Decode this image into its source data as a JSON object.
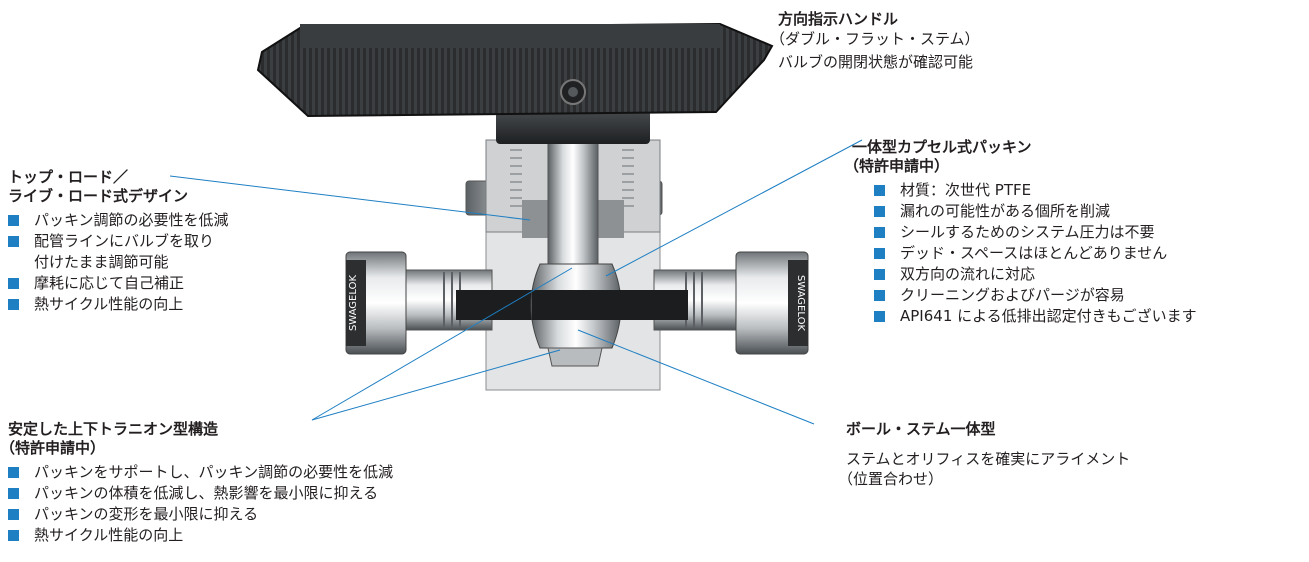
{
  "handle": {
    "title": "方向指示ハンドル",
    "subtitle": "（ダブル・フラット・ステム）",
    "note": "バルブの開閉状態が確認可能"
  },
  "top_load": {
    "title_lines": [
      "トップ・ロード／",
      "ライブ・ロード式デザイン"
    ],
    "bullets": [
      "パッキン調節の必要性を低減",
      "配管ラインにバルブを取り",
      "付けたまま調節可能",
      "摩耗に応じて自己補正",
      "熱サイクル性能の向上"
    ]
  },
  "packing": {
    "title_lines": [
      "一体型カプセル式パッキン",
      "（特許申請中）"
    ],
    "bullets": [
      "材質：次世代 PTFE",
      "漏れの可能性がある個所を削減",
      "シールするためのシステム圧力は不要",
      "デッド・スペースはほとんどありません",
      "双方向の流れに対応",
      "クリーニングおよびパージが容易",
      "API641 による低排出認定付きもございます"
    ]
  },
  "trunnion": {
    "title_lines": [
      "安定した上下トラニオン型構造",
      "（特許申請中）"
    ],
    "bullets": [
      "パッキンをサポートし、パッキン調節の必要性を低減",
      "パッキンの体積を低減し、熱影響を最小限に抑える",
      "パッキンの変形を最小限に抑える",
      "熱サイクル性能の向上"
    ]
  },
  "ball_stem": {
    "title": "ボール・ステム一体型",
    "lines": [
      "ステムとオリフィスを確実にアライメント",
      "（位置合わせ）"
    ]
  },
  "nut_label": "SWAGELOK",
  "colors": {
    "bullet": "#1e7fc3",
    "leader": "#1e7fc3"
  }
}
